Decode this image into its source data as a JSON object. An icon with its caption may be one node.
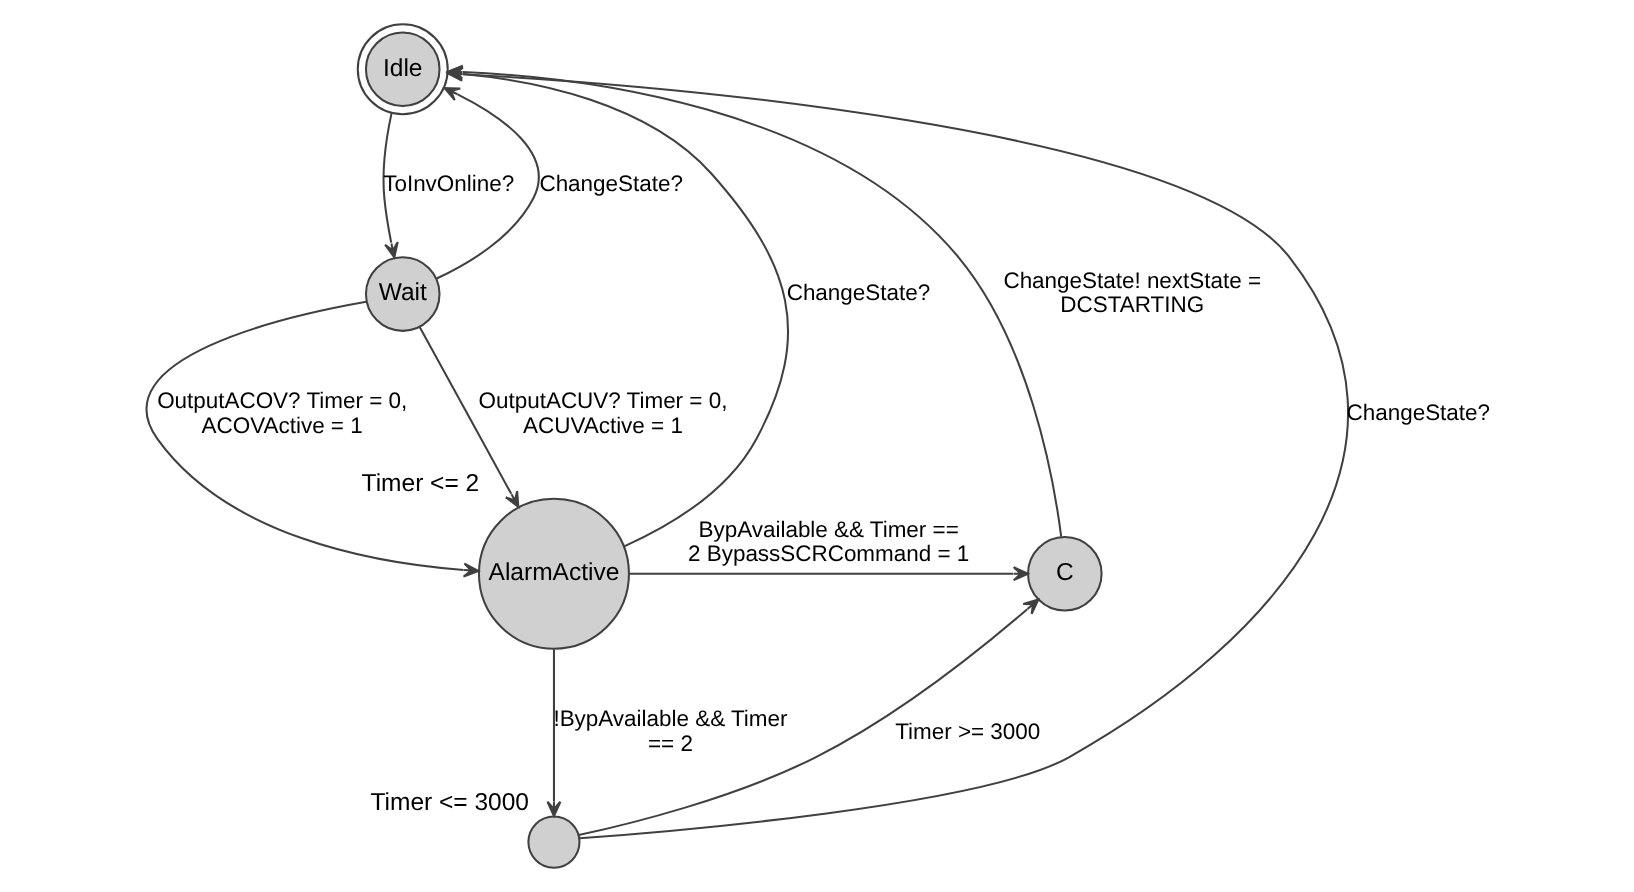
{
  "diagram": {
    "nodes": [
      {
        "text": [
          "Idle"
        ]
      },
      {
        "text": [
          "Wait"
        ]
      },
      {
        "text": [
          "AlarmActive"
        ],
        "beside": [
          "Timer <= 2"
        ]
      },
      {
        "text": [
          "C"
        ]
      },
      {
        "text": [],
        "shape": "circle",
        "beside": [
          "Timer <= 3000"
        ]
      }
    ],
    "edges": [
      {
        "from": 0,
        "to": 1,
        "arrow": "to",
        "label": "ToInvOnline?"
      },
      {
        "from": 1,
        "to": 0,
        "arrow": "to",
        "label": "ChangeState?"
      },
      {
        "from": 1,
        "to": 2,
        "arrow": "to",
        "label": "OutputACOV? Timer = 0, ACOVActive = 1"
      },
      {
        "from": 1,
        "to": 2,
        "arrow": "to",
        "label": "OutputACUV? Timer = 0, ACUVActive = 1"
      },
      {
        "from": 2,
        "to": 0,
        "arrow": "to",
        "label": "ChangeState?"
      },
      {
        "from": 2,
        "to": 3,
        "arrow": "to",
        "label": "BypAvailable && Timer == 2 BypassSCRCommand = 1"
      },
      {
        "from": 2,
        "to": 4,
        "arrow": "to",
        "label": "!BypAvailable && Timer == 2"
      },
      {
        "from": 4,
        "to": 0,
        "arrow": "to",
        "label": "ChangeState?"
      },
      {
        "from": 4,
        "to": 3,
        "arrow": "to",
        "label": "Timer >= 3000"
      },
      {
        "from": 3,
        "to": 0,
        "arrow": "to",
        "label": "ChangeState! nextState = DCSTARTING"
      }
    ]
  }
}
